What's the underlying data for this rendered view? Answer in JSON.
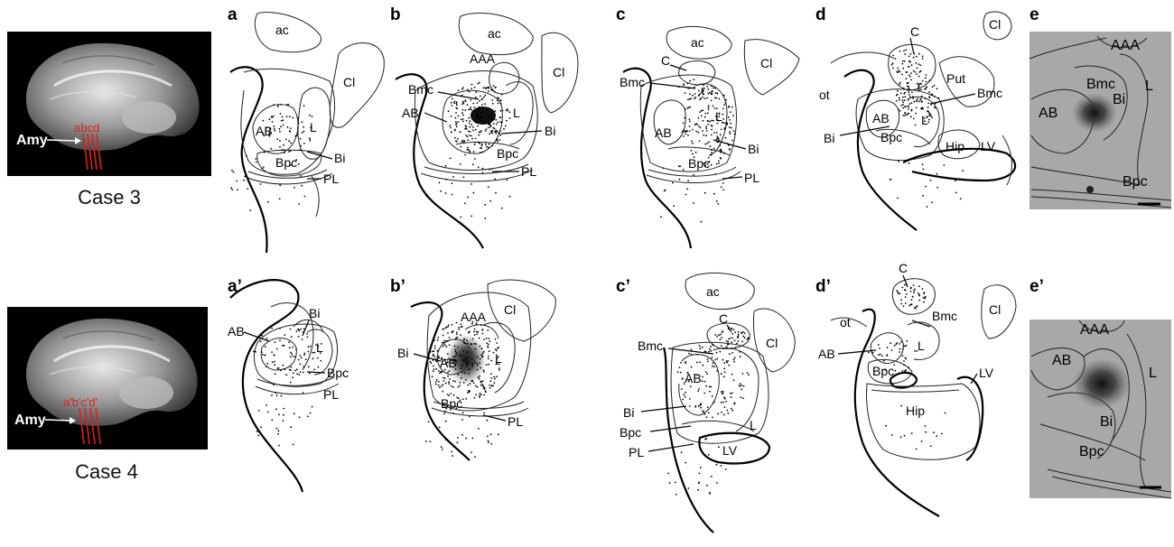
{
  "cases": [
    {
      "name": "Case 3",
      "amy_label": "Amy",
      "slice_label": "abcd",
      "panels": [
        {
          "letter": "a",
          "labels": [
            "ac",
            "Cl",
            "AB",
            "L",
            "Bi",
            "Bpc",
            "PL"
          ]
        },
        {
          "letter": "b",
          "labels": [
            "ac",
            "Cl",
            "AAA",
            "Bmc",
            "AB",
            "L",
            "Bi",
            "Bpc",
            "PL"
          ]
        },
        {
          "letter": "c",
          "labels": [
            "ac",
            "Cl",
            "C",
            "Bmc",
            "AB",
            "L",
            "Bi",
            "Bpc",
            "PL"
          ]
        },
        {
          "letter": "d",
          "labels": [
            "Cl",
            "C",
            "Put",
            "ot",
            "Bmc",
            "AB",
            "L",
            "Bi",
            "Bpc",
            "Hip",
            "LV"
          ]
        }
      ],
      "photo": {
        "letter": "e",
        "labels": [
          "AAA",
          "Bmc",
          "Bi",
          "L",
          "AB",
          "Bpc"
        ]
      }
    },
    {
      "name": "Case 4",
      "amy_label": "Amy",
      "slice_label": "a'b'c'd'",
      "panels": [
        {
          "letter": "a’",
          "labels": [
            "AB",
            "Bi",
            "L",
            "Bpc",
            "PL"
          ]
        },
        {
          "letter": "b’",
          "labels": [
            "Cl",
            "AAA",
            "Bi",
            "AB",
            "L",
            "Bpc",
            "PL"
          ]
        },
        {
          "letter": "c’",
          "labels": [
            "ac",
            "C",
            "Cl",
            "Bmc",
            "AB",
            "Bi",
            "L",
            "Bpc",
            "PL",
            "LV"
          ]
        },
        {
          "letter": "d’",
          "labels": [
            "C",
            "Cl",
            "ot",
            "Bmc",
            "AB",
            "L",
            "Bpc",
            "LV",
            "Hip"
          ]
        }
      ],
      "photo": {
        "letter": "e’",
        "labels": [
          "AAA",
          "AB",
          "L",
          "Bi",
          "Bpc"
        ]
      }
    }
  ],
  "colors": {
    "slice_lines": "#e02020",
    "mri_bg": "#000000",
    "photo_bg": "#a8a8a8"
  }
}
